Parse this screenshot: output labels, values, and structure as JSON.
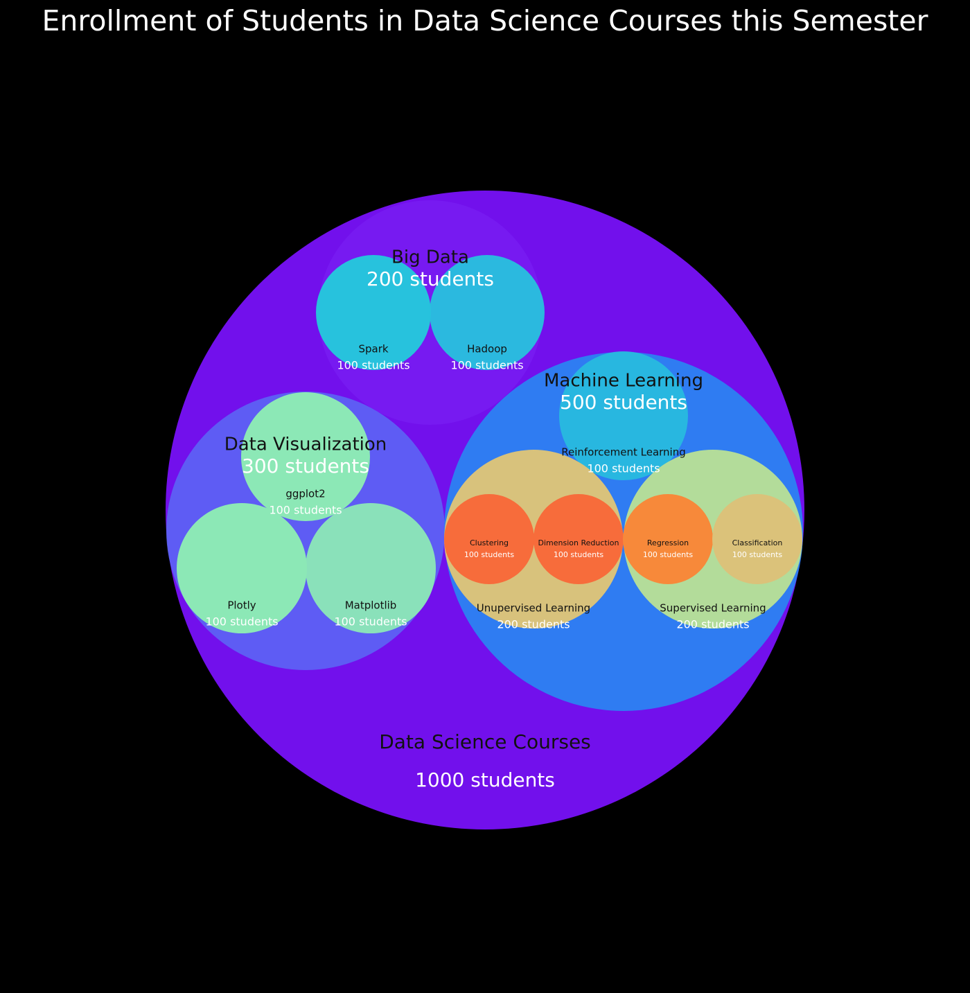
{
  "chart_data": {
    "type": "circle-packing",
    "title": "Enrollment of Students in Data Science Courses this Semester",
    "unit_label": "students",
    "root": {
      "name": "Data Science Courses",
      "value": 1000,
      "value_label": "1000 students",
      "color": "#7210ec",
      "children": [
        {
          "name": "Big Data",
          "value": 200,
          "value_label": "200 students",
          "color": "#7b22f5",
          "children": [
            {
              "name": "Spark",
              "value": 100,
              "value_label": "100 students",
              "color": "#27c2dd"
            },
            {
              "name": "Hadoop",
              "value": 100,
              "value_label": "100 students",
              "color": "#27c2dd"
            }
          ]
        },
        {
          "name": "Data Visualization",
          "value": 300,
          "value_label": "300 students",
          "color": "#5a6af6",
          "children": [
            {
              "name": "ggplot2",
              "value": 100,
              "value_label": "100 students",
              "color": "#8ce8b6"
            },
            {
              "name": "Plotly",
              "value": 100,
              "value_label": "100 students",
              "color": "#8ce8b6"
            },
            {
              "name": "Matplotlib",
              "value": 100,
              "value_label": "100 students",
              "color": "#8ce8b6"
            }
          ]
        },
        {
          "name": "Machine Learning",
          "value": 500,
          "value_label": "500 students",
          "color": "#2f7cf2",
          "children": [
            {
              "name": "Reinforcement Learning",
              "value": 100,
              "value_label": "100 students",
              "color": "#27c2dd"
            },
            {
              "name": "Unupervised Learning",
              "value": 200,
              "value_label": "200 students",
              "color": "#d8c27c",
              "children": [
                {
                  "name": "Clustering",
                  "value": 100,
                  "value_label": "100 students",
                  "color": "#f76c3b"
                },
                {
                  "name": "Dimension Reduction",
                  "value": 100,
                  "value_label": "100 students",
                  "color": "#f76c3b"
                }
              ]
            },
            {
              "name": "Supervised Learning",
              "value": 200,
              "value_label": "200 students",
              "color": "#b3dc9a",
              "children": [
                {
                  "name": "Regression",
                  "value": 100,
                  "value_label": "100 students",
                  "color": "#f7893a"
                },
                {
                  "name": "Classification",
                  "value": 100,
                  "value_label": "100 students",
                  "color": "#dbc27a"
                }
              ]
            }
          ]
        }
      ]
    }
  }
}
